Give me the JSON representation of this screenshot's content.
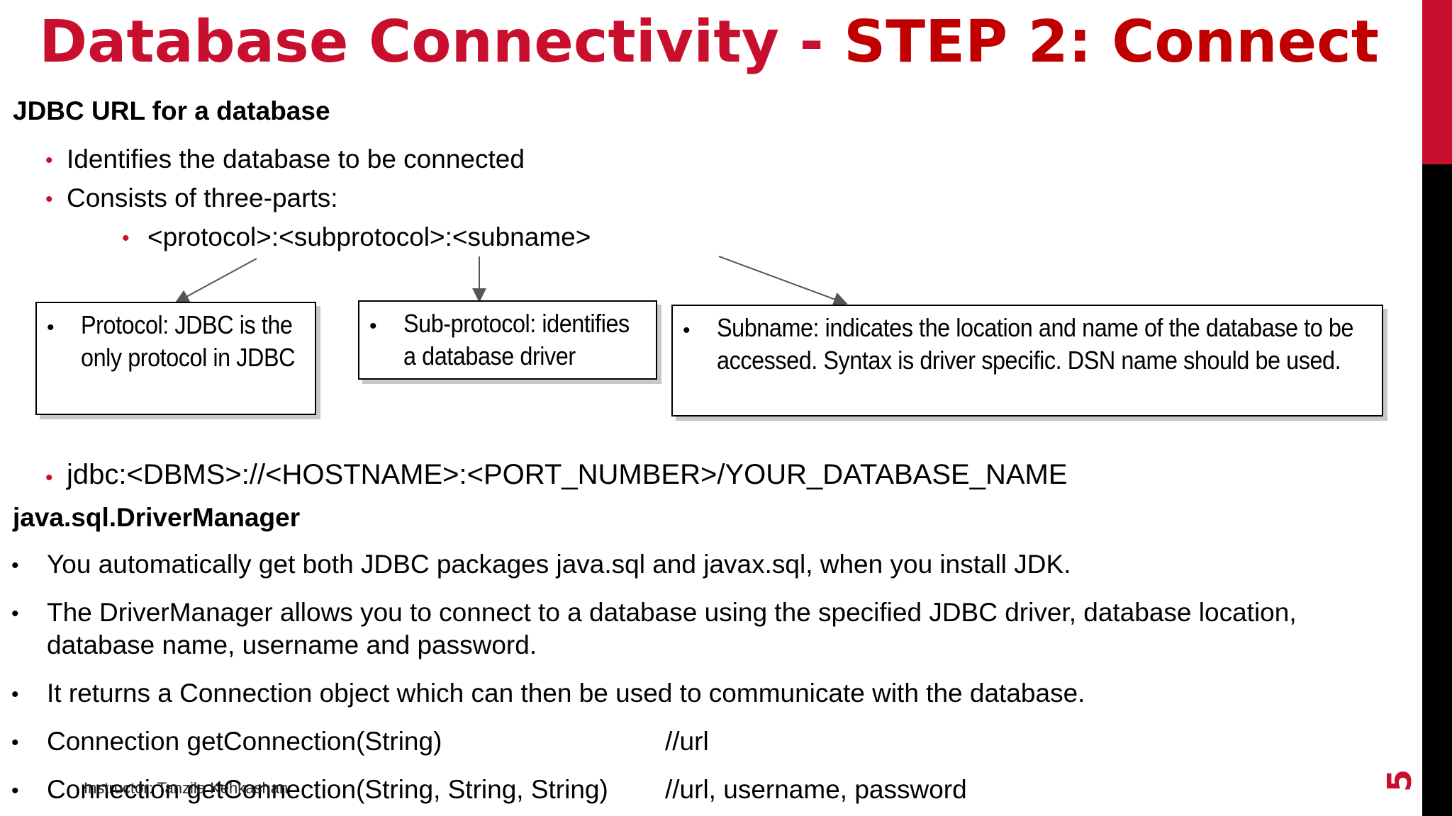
{
  "slide": {
    "title_part1": "Database Connectivity - ",
    "title_part2": "STEP 2: Connect",
    "page_number": "5",
    "footer": "Instructor: Tanzila Kehkashan"
  },
  "jdbc_url": {
    "heading": "JDBC URL for a database",
    "bullets": [
      "Identifies the database to be connected",
      "Consists of three-parts:"
    ],
    "sub_bullet": "<protocol>:<subprotocol>:<subname>",
    "boxes": [
      {
        "line1": "Protocol: JDBC is the",
        "line2": "only protocol in JDBC"
      },
      {
        "line1": "Sub-protocol: identifies",
        "line2": "a database driver"
      },
      {
        "line1": "Subname: indicates the location and name of the database to be",
        "line2": "accessed. Syntax is driver specific. DSN name should be used."
      }
    ],
    "format": "jdbc:<DBMS>://<HOSTNAME>:<PORT_NUMBER>/YOUR_DATABASE_NAME"
  },
  "driver_manager": {
    "heading": "java.sql.DriverManager",
    "bullets": [
      "You automatically get both JDBC packages java.sql and javax.sql, when you install JDK.",
      "The DriverManager allows you to connect to a database using the specified JDBC driver, database location,",
      "database name, username and password.",
      "It returns a Connection object which can then be used to communicate with the database."
    ],
    "methods": [
      {
        "signature": "Connection getConnection(String)",
        "comment": "//url"
      },
      {
        "signature": "Connection getConnection(String, String, String)",
        "comment": "//url, username, password"
      }
    ]
  },
  "colors": {
    "accent": "#c8102e",
    "dark_red": "#c00000",
    "text": "#000000"
  }
}
